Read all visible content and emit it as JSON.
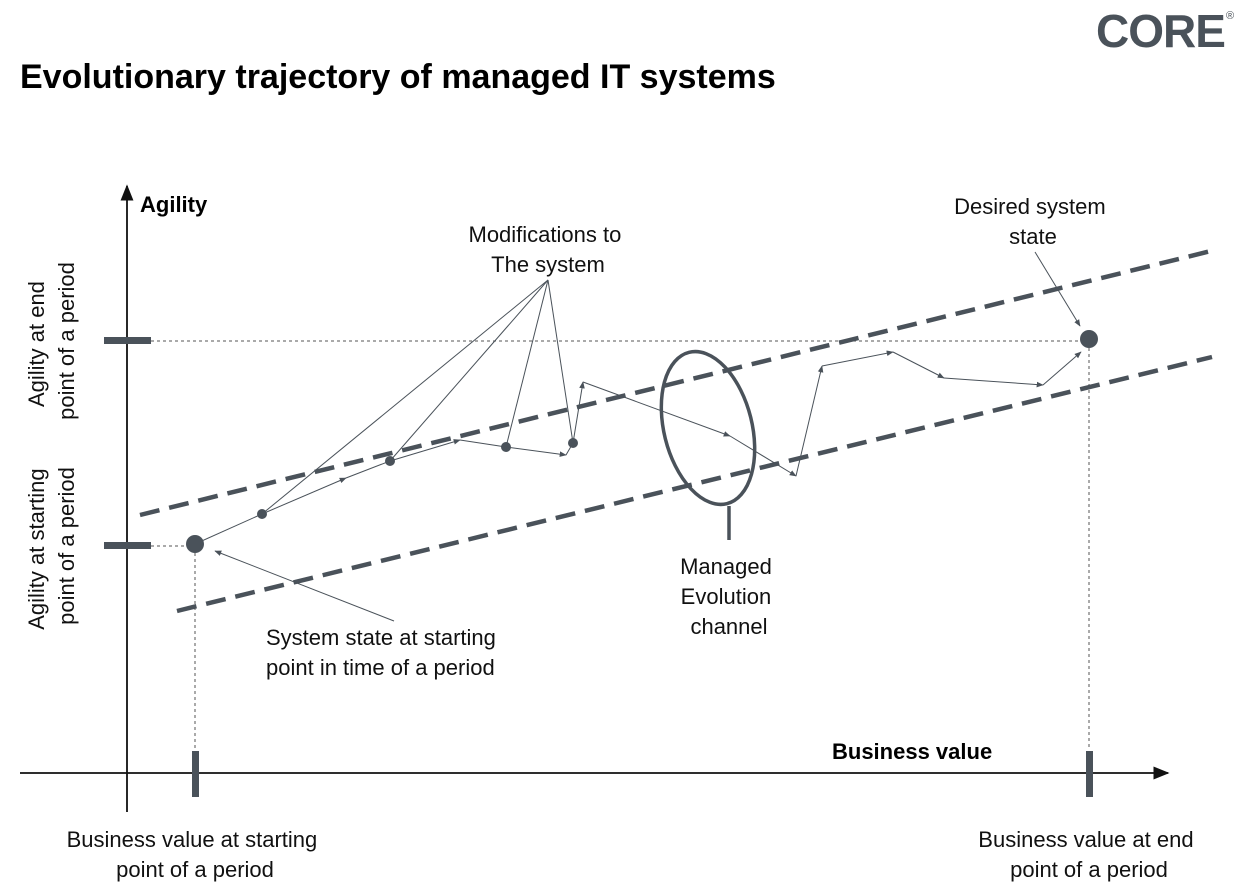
{
  "header": {
    "title": "Evolutionary trajectory of managed IT systems",
    "logo_text": "CORE",
    "logo_mark": "®"
  },
  "axes": {
    "y_label": "Agility",
    "x_label": "Business value",
    "y_tick_end": [
      "Agility at end",
      "point of a period"
    ],
    "y_tick_start": [
      "Agility at starting",
      "point of a period"
    ],
    "x_tick_start": [
      "Business value at starting",
      "point of a period"
    ],
    "x_tick_end": [
      "Business value at end",
      "point of a period"
    ]
  },
  "annotations": {
    "modifications": [
      "Modifications to",
      "The system"
    ],
    "desired_state": [
      "Desired system",
      "state"
    ],
    "start_state": [
      "System state at starting",
      "point in time of a period"
    ],
    "channel": [
      "Managed",
      "Evolution",
      "channel"
    ]
  },
  "colors": {
    "ink": "#4a525a",
    "axis": "#111111",
    "text": "#111111"
  }
}
